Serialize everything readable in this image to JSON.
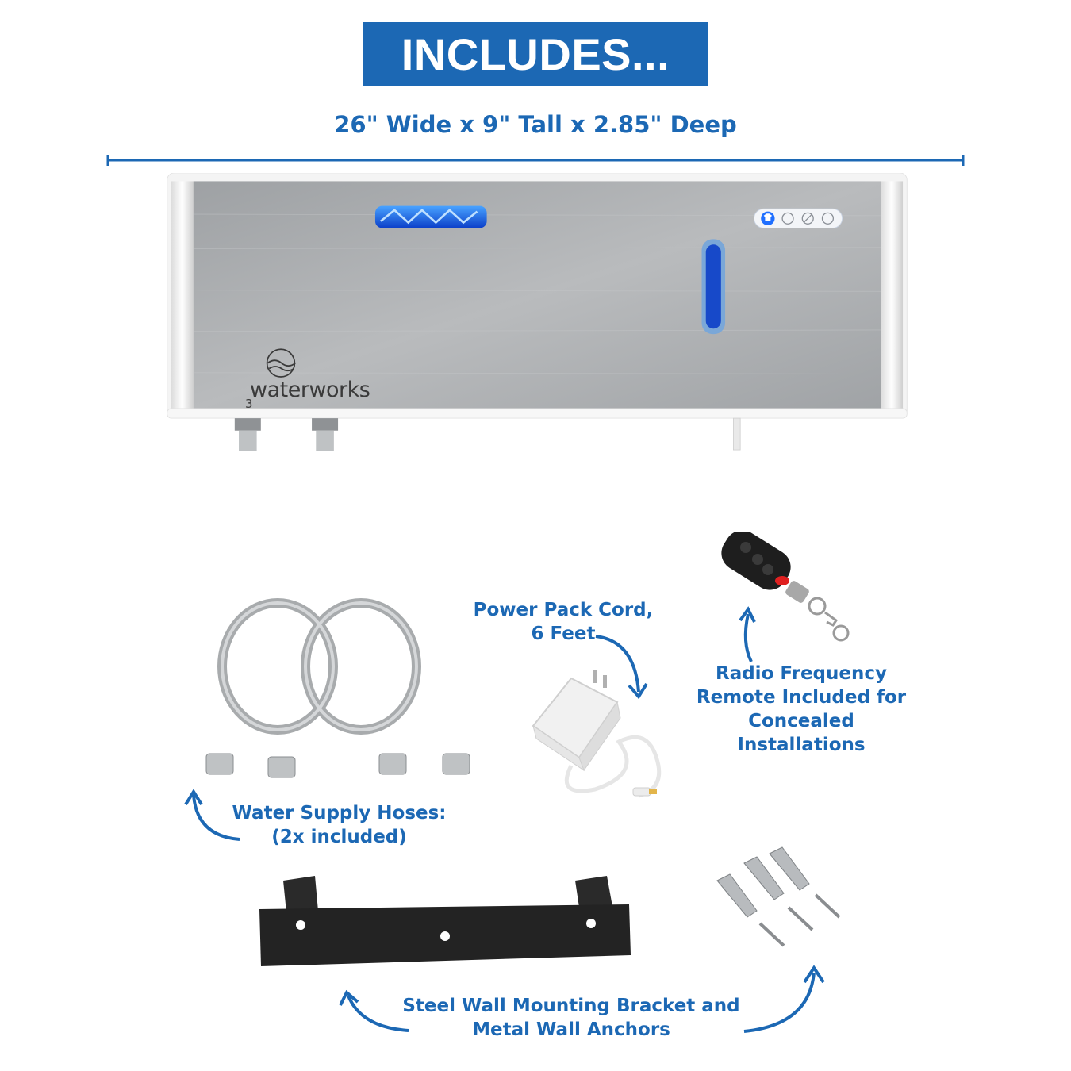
{
  "banner": {
    "title": "INCLUDES..."
  },
  "dimensions_label": "26\" Wide x 9\" Tall x 2.85\" Deep",
  "product": {
    "brand_text": "waterworks",
    "brand_subscript": "3",
    "mode_icons": [
      "shirt-icon",
      "shirt-outline-icon",
      "no-ozone-icon",
      "steam-icon"
    ],
    "accent_color": "#1f6fff"
  },
  "items": {
    "power_cord": "Power Pack Cord,\n6 Feet",
    "remote": "Radio Frequency\nRemote Included for\nConcealed\nInstallations",
    "hoses": "Water Supply Hoses:\n(2x included)",
    "bracket": "Steel Wall Mounting Bracket and\nMetal Wall Anchors"
  },
  "colors": {
    "brand_blue": "#1c68b4",
    "white": "#ffffff",
    "steel": "#a9abad"
  }
}
